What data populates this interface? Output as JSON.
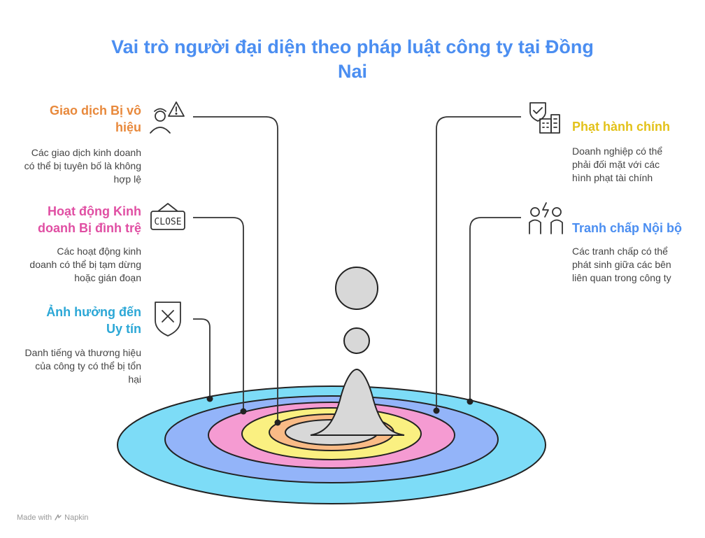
{
  "title": "Vai trò người đại diện theo pháp luật công ty tại Đồng Nai",
  "items": [
    {
      "heading": "Giao dịch Bị vô hiệu",
      "description": "Các giao dịch kinh doanh có thể bị tuyên bố là không hợp lệ",
      "color": "#e8893c",
      "icon": "person-warning-icon"
    },
    {
      "heading": "Hoạt động Kinh doanh Bị đình trệ",
      "description": "Các hoạt động kinh doanh có thể bị tạm dừng hoặc gián đoạn",
      "color": "#e04fa3",
      "icon": "close-sign-icon",
      "icon_text": "CLOSE"
    },
    {
      "heading": "Ảnh hưởng đến Uy tín",
      "description": "Danh tiếng và thương hiệu của công ty có thể bị tổn hại",
      "color": "#2ba7d6",
      "icon": "shield-x-icon"
    },
    {
      "heading": "Phạt hành chính",
      "description": "Doanh nghiệp có thể phải đối mặt với các hình phạt tài chính",
      "color": "#e3c21a",
      "icon": "shield-building-icon"
    },
    {
      "heading": "Tranh chấp Nội bộ",
      "description": "Các tranh chấp có thể phát sinh giữa các bên liên quan trong công ty",
      "color": "#4b8ef1",
      "icon": "people-conflict-icon"
    }
  ],
  "rings": [
    {
      "color": "#7ddcf7"
    },
    {
      "color": "#93b4f9"
    },
    {
      "color": "#f59bd2"
    },
    {
      "color": "#faf081"
    },
    {
      "color": "#f9bb86"
    },
    {
      "color": "#d8d8d8"
    }
  ],
  "footer": {
    "made_with": "Made with",
    "brand": "Napkin"
  }
}
